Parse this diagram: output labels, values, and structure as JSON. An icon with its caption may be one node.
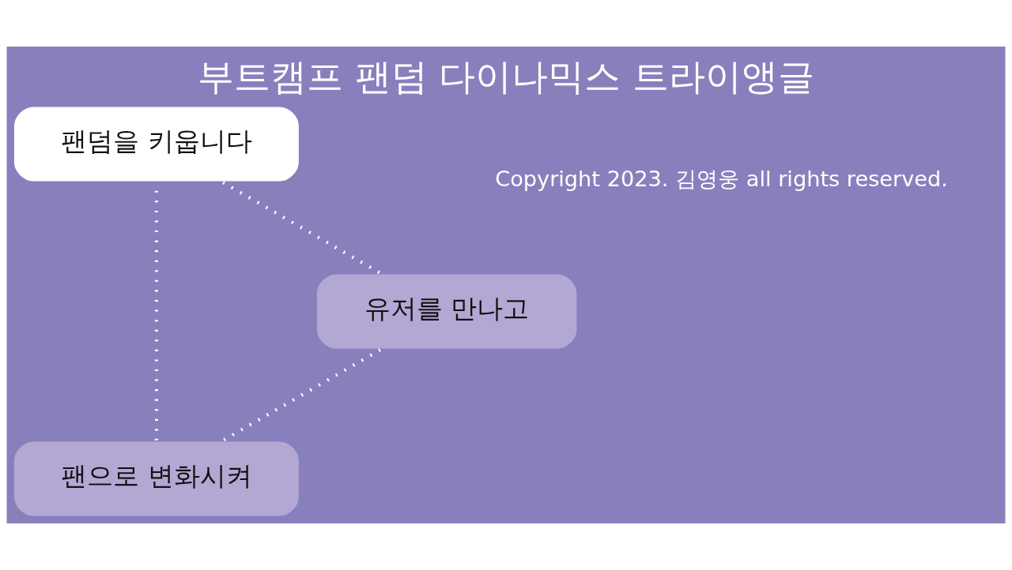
{
  "diagram": {
    "title": "부트캠프 팬덤 다이나믹스 트라이앵글",
    "nodes": [
      {
        "text": [
          "팬으로 변화시켜"
        ]
      },
      {
        "text": [
          "유저를 만나고"
        ]
      },
      {
        "text": [
          "팬덤을 키웁니다"
        ]
      }
    ],
    "edges": [
      {
        "from": 1,
        "to": 0,
        "arrow": "none",
        "style": "dashed",
        "color": "#ffffff"
      },
      {
        "from": 0,
        "to": 2,
        "arrow": "none",
        "style": "dashed",
        "color": "#ffffff"
      },
      {
        "from": 2,
        "to": 1,
        "arrow": "none",
        "style": "dashed",
        "color": "#ffffff"
      }
    ],
    "labels": [
      "Copyright 2023. 김영웅 all rights reserved."
    ]
  }
}
